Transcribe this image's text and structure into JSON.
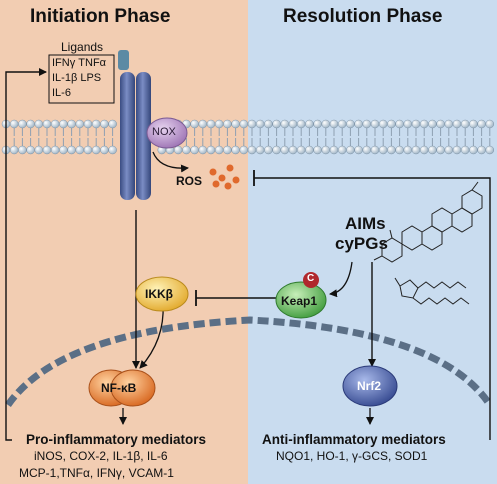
{
  "phases": {
    "left": "Initiation Phase",
    "right": "Resolution Phase"
  },
  "ligands": {
    "title": "Ligands",
    "lines": [
      "IFNγ TNFα",
      "IL-1β LPS",
      "IL-6"
    ]
  },
  "molecules": {
    "nox": "NOX",
    "ros": "ROS",
    "ikk": "IKKβ",
    "keap1": "Keap1",
    "keap1_badge": "C",
    "nfkb": "NF-κB",
    "nrf2": "Nrf2"
  },
  "compounds": {
    "line1": "AIMs",
    "line2": "cyPGs"
  },
  "pro_inflammatory": {
    "title": "Pro-inflammatory mediators",
    "line1": "iNOS, COX-2, IL-1β, IL-6",
    "line2": "MCP-1,TNFα, IFNγ, VCAM-1"
  },
  "anti_inflammatory": {
    "title": "Anti-inflammatory mediators",
    "line1": "NQO1, HO-1, γ-GCS, SOD1"
  },
  "colors": {
    "left_bg": "#f2cdb2",
    "right_bg": "#c9dcef",
    "receptor": "#4a5d96",
    "nox": "#b48fc4",
    "ros": "#e0692c",
    "ikk": "#f2c64a",
    "keap1": "#5fb85a",
    "keap1_badge": "#b0282d",
    "nfkb": "#e07a2c",
    "nrf2": "#4a62b0"
  }
}
